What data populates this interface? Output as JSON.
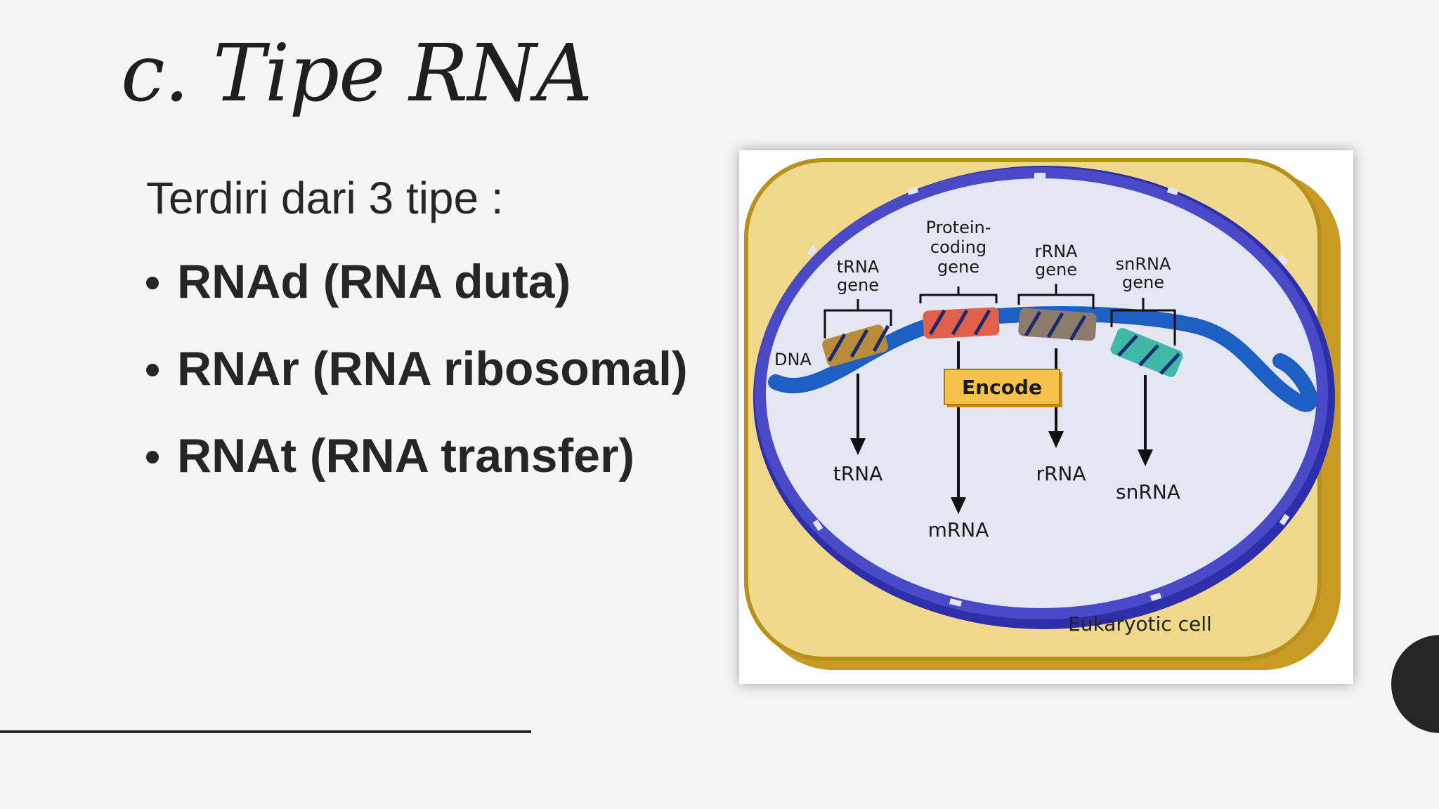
{
  "slide": {
    "title": "c. Tipe RNA",
    "intro": "Terdiri dari 3 tipe :",
    "bullets": [
      "RNAd (RNA duta)",
      "RNAr (RNA ribosomal)",
      "RNAt (RNA transfer)"
    ]
  },
  "figure": {
    "gene_labels": {
      "trna_gene": [
        "tRNA",
        "gene"
      ],
      "protein_gene": [
        "Protein-",
        "coding",
        "gene"
      ],
      "rrna_gene": [
        "rRNA",
        "gene"
      ],
      "snrna_gene": [
        "snRNA",
        "gene"
      ]
    },
    "dna_label": "DNA",
    "encode_label": "Encode",
    "products": {
      "trna": "tRNA",
      "mrna": "mRNA",
      "rrna": "rRNA",
      "snrna": "snRNA"
    },
    "cell_label": "Eukaryotic cell",
    "colors": {
      "cytoplasm": "#f0d98a",
      "cell_edge": "#b8901c",
      "nucleus_fill": "#e4e6f2",
      "nuclear_envelope": "#4a4ac8",
      "dna_strand": "#1e5fc4",
      "trna_gene": "#b98b3a",
      "protein_gene": "#e0604a",
      "rrna_gene": "#8c7a6a",
      "snrna_gene": "#3fb8a8",
      "encode_box": "#f6c24a"
    }
  }
}
